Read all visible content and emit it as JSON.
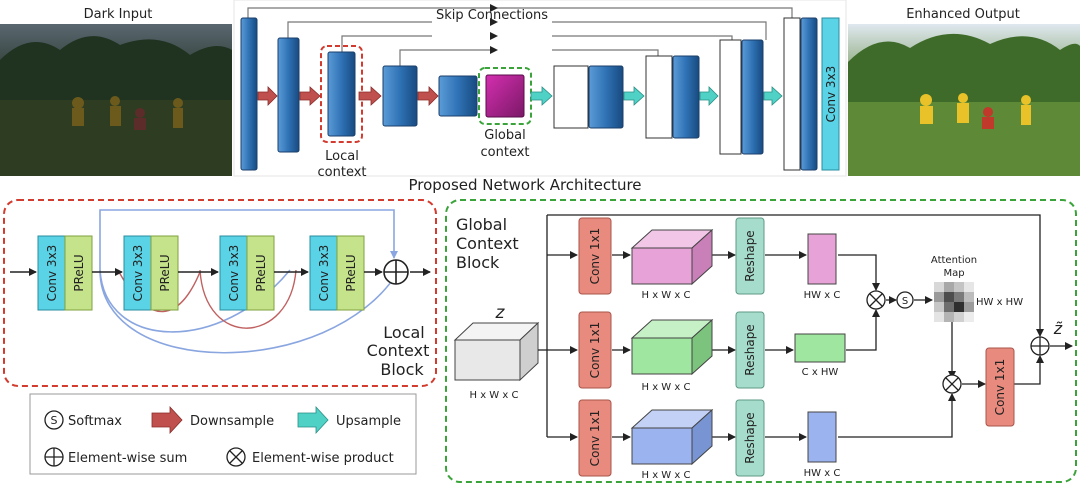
{
  "top": {
    "dark_input_label": "Dark Input",
    "enhanced_output_label": "Enhanced Output",
    "skip_connections_label": "Skip Connections",
    "local_context_line1": "Local",
    "local_context_line2": "context",
    "global_context_line1": "Global",
    "global_context_line2": "context",
    "final_conv_label": "Conv 3x3",
    "architecture_caption": "Proposed Network Architecture"
  },
  "local_block": {
    "conv_label": "Conv 3x3",
    "prelu_label": "PReLU",
    "title_line1": "Local",
    "title_line2": "Context",
    "title_line3": "Block"
  },
  "legend": {
    "softmax_symbol": "S",
    "softmax": "Softmax",
    "downsample": "Downsample",
    "upsample": "Upsample",
    "sum": "Element-wise sum",
    "product": "Element-wise product"
  },
  "global_block": {
    "title_line1": "Global",
    "title_line2": "Context",
    "title_line3": "Block",
    "input_symbol": "z",
    "output_symbol": "z̃",
    "input_dims": "H x W x C",
    "conv1x1": "Conv 1x1",
    "reshape": "Reshape",
    "dims_hwc": "H x W x C",
    "dims_hw_c": "HW x C",
    "dims_c_hw": "C x HW",
    "attention_line1": "Attention",
    "attention_line2": "Map",
    "dims_hw_hw": "HW x HW",
    "softmax_symbol": "S"
  },
  "colors": {
    "encoder_blue": "#2f72b5",
    "downsample_red": "#c0504d",
    "upsample_teal": "#4fd1c5",
    "local_border_red": "#d23b2e",
    "global_border_green": "#3aa43a",
    "conv_cyan": "#5bd3e6",
    "prelu_green": "#c5e38a",
    "conv1x1_salmon": "#e88a7d",
    "reshape_mint": "#a6dccb",
    "pink_tensor": "#e7a3d7",
    "green_tensor": "#9fe6a0",
    "blue_tensor": "#9bb3ee"
  }
}
